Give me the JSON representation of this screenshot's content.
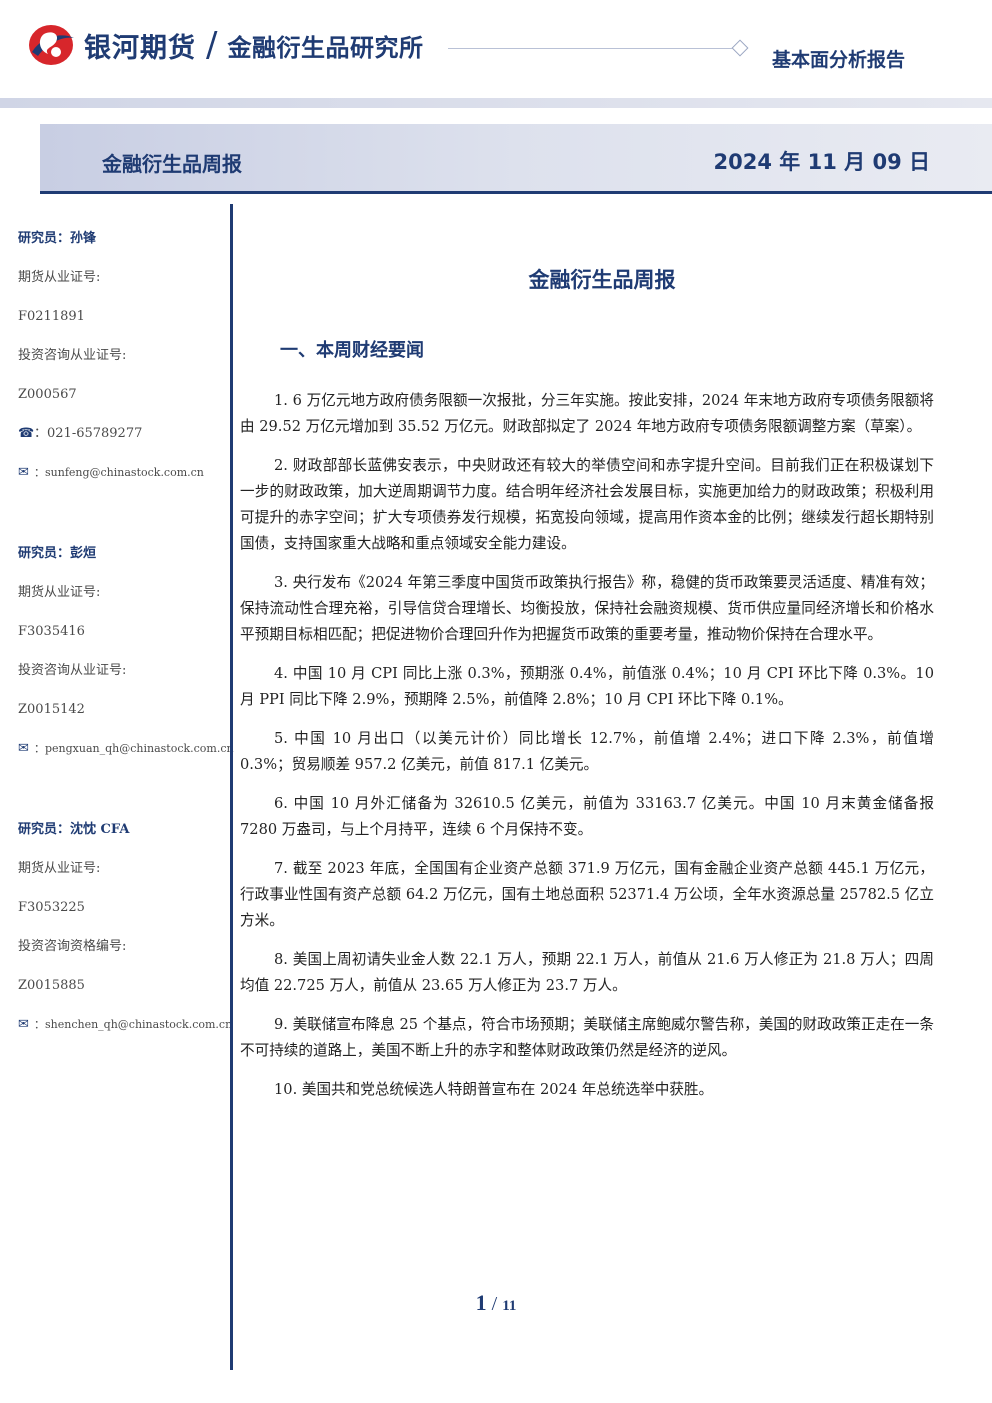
{
  "header": {
    "brand": "银河期货",
    "slash": "/",
    "institute": "金融衍生品研究所",
    "report_type": "基本面分析报告",
    "colors": {
      "primary": "#1f3b73",
      "accent_red": "#d7262b"
    }
  },
  "title_bar": {
    "left": "金融衍生品周报",
    "right": "2024 年 11 月 09 日"
  },
  "sidebar": {
    "researchers": [
      {
        "name": "研究员：孙锋",
        "cert_label": "期货从业证号:",
        "cert_value": "F0211891",
        "consult_label": "投资咨询从业证号:",
        "consult_value": "Z000567",
        "phone_icon": "☎",
        "phone": "：021-65789277",
        "email_icon": "✉",
        "email": "：sunfeng@chinastock.com.cn"
      },
      {
        "name": "研究员：彭烜",
        "cert_label": "期货从业证号:",
        "cert_value": "F3035416",
        "consult_label": "投资咨询从业证号:",
        "consult_value": "Z0015142",
        "email_icon": "✉",
        "email": "：pengxuan_qh@chinastock.com.cn"
      },
      {
        "name": "研究员：沈忱  CFA",
        "cert_label": "期货从业证号:",
        "cert_value": "F3053225",
        "consult_label": "投资咨询资格编号:",
        "consult_value": "Z0015885",
        "email_icon": "✉",
        "email": "：shenchen_qh@chinastock.com.cn"
      }
    ]
  },
  "main": {
    "doc_title": "金融衍生品周报",
    "section_title": "一、本周财经要闻",
    "items": [
      "1. 6 万亿元地方政府债务限额一次报批，分三年实施。按此安排，2024 年末地方政府专项债务限额将由 29.52 万亿元增加到 35.52 万亿元。财政部拟定了 2024 年地方政府专项债务限额调整方案（草案）。",
      "2. 财政部部长蓝佛安表示，中央财政还有较大的举债空间和赤字提升空间。目前我们正在积极谋划下一步的财政政策，加大逆周期调节力度。结合明年经济社会发展目标，实施更加给力的财政政策；积极利用可提升的赤字空间；扩大专项债券发行规模，拓宽投向领域，提高用作资本金的比例；继续发行超长期特别国债，支持国家重大战略和重点领域安全能力建设。",
      "3. 央行发布《2024 年第三季度中国货币政策执行报告》称，稳健的货币政策要灵活适度、精准有效；保持流动性合理充裕，引导信贷合理增长、均衡投放，保持社会融资规模、货币供应量同经济增长和价格水平预期目标相匹配；把促进物价合理回升作为把握货币政策的重要考量，推动物价保持在合理水平。",
      "4. 中国 10 月 CPI 同比上涨 0.3%，预期涨 0.4%，前值涨 0.4%；10 月 CPI 环比下降 0.3%。10 月 PPI 同比下降 2.9%，预期降 2.5%，前值降 2.8%；10 月 CPI 环比下降 0.1%。",
      "5. 中国 10 月出口（以美元计价）同比增长 12.7%，前值增 2.4%；进口下降 2.3%，前值增 0.3%；贸易顺差 957.2 亿美元，前值 817.1 亿美元。",
      "6. 中国 10 月外汇储备为 32610.5 亿美元，前值为 33163.7 亿美元。中国 10 月末黄金储备报 7280 万盎司，与上个月持平，连续 6 个月保持不变。",
      "7. 截至 2023 年底，全国国有企业资产总额 371.9 万亿元，国有金融企业资产总额 445.1 万亿元，行政事业性国有资产总额 64.2 万亿元，国有土地总面积 52371.4 万公顷，全年水资源总量 25782.5 亿立方米。",
      "8. 美国上周初请失业金人数 22.1 万人，预期 22.1 万人，前值从 21.6 万人修正为 21.8 万人；四周均值 22.725 万人，前值从 23.65 万人修正为 23.7 万人。",
      "9. 美联储宣布降息 25 个基点，符合市场预期；美联储主席鲍威尔警告称，美国的财政政策正走在一条不可持续的道路上，美国不断上升的赤字和整体财政政策仍然是经济的逆风。",
      "10. 美国共和党总统候选人特朗普宣布在 2024 年总统选举中获胜。"
    ]
  },
  "footer": {
    "page": "1",
    "sep": "/",
    "total": "11"
  }
}
